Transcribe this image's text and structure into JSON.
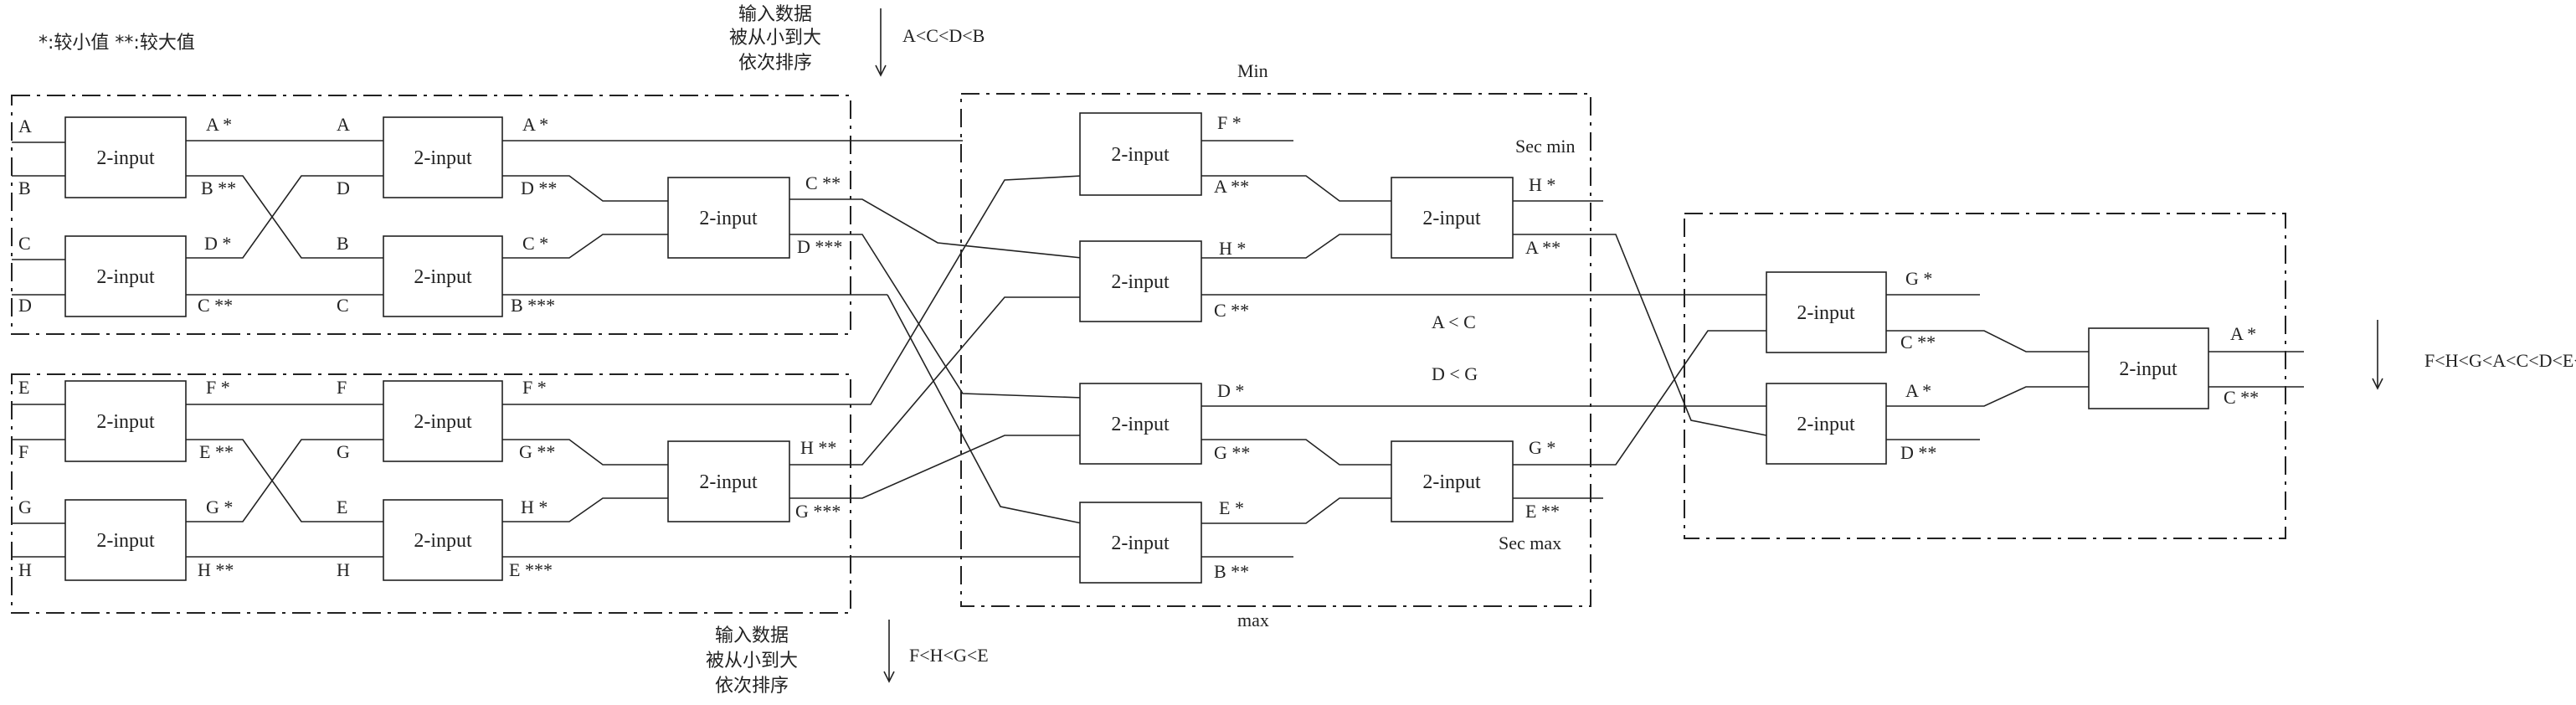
{
  "legend": {
    "text": "*:较小值  **:较大值"
  },
  "box_label": "2-input",
  "notes": {
    "top_sorted": [
      "输入数据",
      "被从小到大",
      "依次排序"
    ],
    "top_order": "A<C<D<B",
    "bottom_sorted": [
      "输入数据",
      "被从小到大",
      "依次排序"
    ],
    "bottom_order": "F<H<G<E",
    "final_order": "F<H<G<A<C<D<E<B",
    "min": "Min",
    "sec_min": "Sec min",
    "max": "max",
    "sec_max": "Sec max",
    "a_lt_c": "A < C",
    "d_lt_g": "D < G"
  },
  "stage1_top": {
    "inputs": [
      "A",
      "B",
      "C",
      "D"
    ],
    "b1_out": [
      "A *",
      "B **"
    ],
    "b2_out": [
      "D *",
      "C **"
    ],
    "mid": [
      "A",
      "D",
      "B",
      "C"
    ],
    "b3_out": [
      "A *",
      "D **"
    ],
    "b4_out": [
      "C *",
      "B ***"
    ],
    "b5_out": [
      "C **",
      "D ***"
    ]
  },
  "stage1_bottom": {
    "inputs": [
      "E",
      "F",
      "G",
      "H"
    ],
    "b1_out": [
      "F *",
      "E **"
    ],
    "b2_out": [
      "G *",
      "H **"
    ],
    "mid": [
      "F",
      "G",
      "E",
      "H"
    ],
    "b3_out": [
      "F *",
      "G **"
    ],
    "b4_out": [
      "H *",
      "E ***"
    ],
    "b5_out": [
      "H **",
      "G ***"
    ]
  },
  "stage2": {
    "m1_out": [
      "F *",
      "A **"
    ],
    "m2_out": [
      "H *",
      "C **"
    ],
    "m3_out": [
      "D *",
      "G **"
    ],
    "m4_out": [
      "E *",
      "B **"
    ],
    "s1_out": [
      "H *",
      "A **"
    ],
    "s2_out": [
      "G *",
      "E **"
    ]
  },
  "stage3": {
    "f1_out": [
      "G *",
      "C **"
    ],
    "f2_out": [
      "A *",
      "D **"
    ],
    "f3_out": [
      "A *",
      "C **"
    ]
  }
}
